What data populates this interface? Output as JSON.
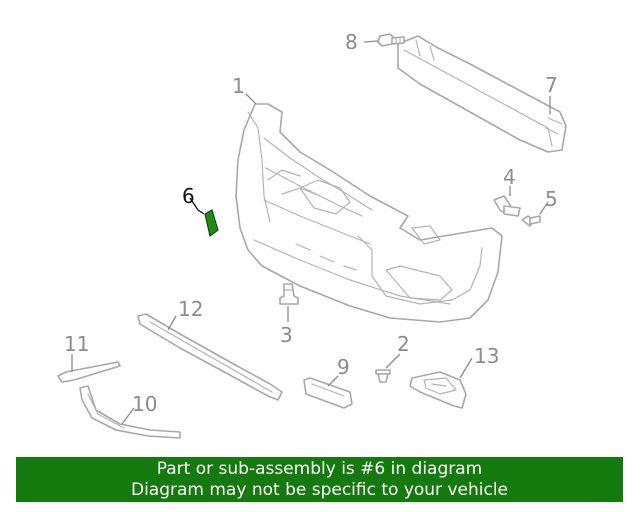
{
  "diagram": {
    "callouts": {
      "c1": "1",
      "c2": "2",
      "c3": "3",
      "c4": "4",
      "c5": "5",
      "c6": "6",
      "c7": "7",
      "c8": "8",
      "c9": "9",
      "c10": "10",
      "c11": "11",
      "c12": "12",
      "c13": "13"
    },
    "highlighted_part": "6",
    "colors": {
      "highlight": "#1f8a1a",
      "banner": "#157a0e",
      "line_art": "#a8a8a8",
      "callout_text": "#8c8c8c"
    }
  },
  "banner": {
    "line1": "Part or sub-assembly is #6 in diagram",
    "line2": "Diagram may not be specific to your vehicle"
  }
}
